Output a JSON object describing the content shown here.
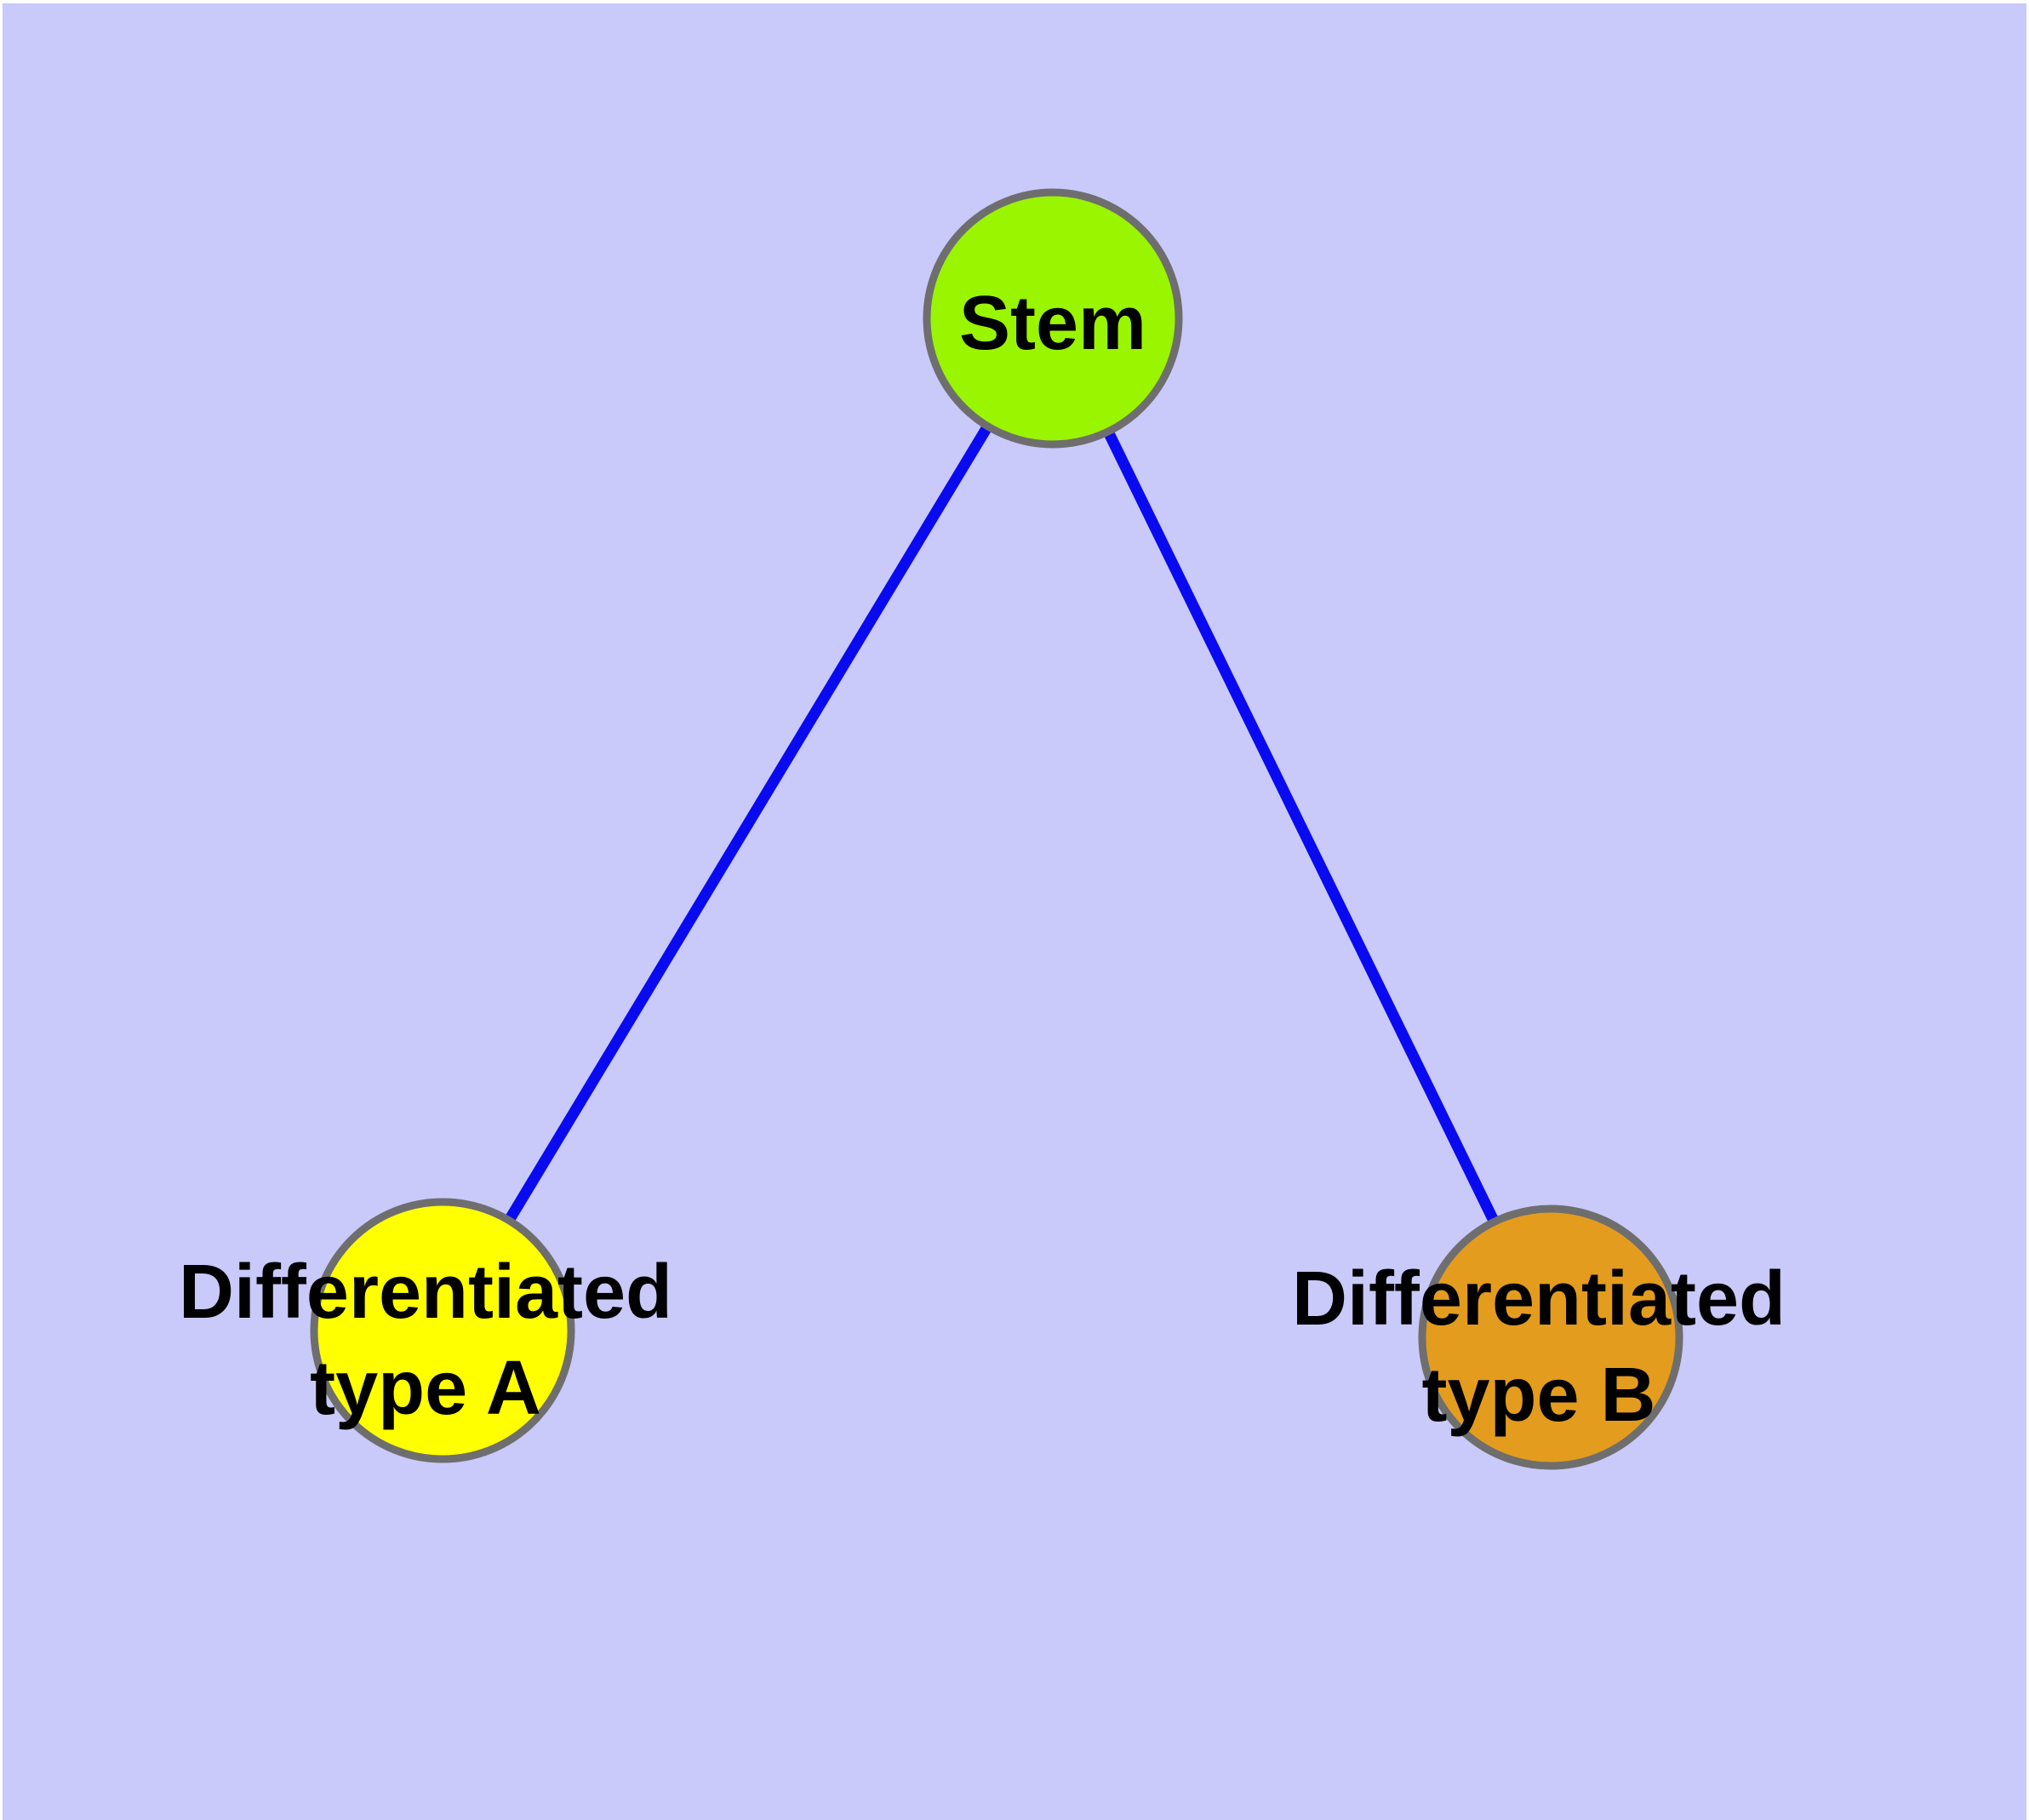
{
  "diagram": {
    "type": "network-graph",
    "description": "Stem cell differentiation diagram: a stem node linked to two differentiated cell-type nodes",
    "colors": {
      "frame": "#ffffff",
      "background": "#c9c9fa",
      "edge": "#0a0af0",
      "node_border": "#6e6e6e",
      "label": "#000000"
    },
    "nodes": [
      {
        "id": "stem",
        "label": "Stem",
        "lines": [
          "Stem"
        ],
        "fill": "#9af500"
      },
      {
        "id": "differentiated-type-a",
        "label": "Differentiated type A",
        "lines": [
          "Differentiated",
          "type A"
        ],
        "fill": "#ffff00"
      },
      {
        "id": "differentiated-type-b",
        "label": "Differentiated type B",
        "lines": [
          "Differentiated",
          "type B"
        ],
        "fill": "#e49c1e"
      }
    ],
    "edges": [
      {
        "from": "Stem",
        "to": "Differentiated type A"
      },
      {
        "from": "Stem",
        "to": "Differentiated type B"
      }
    ]
  }
}
